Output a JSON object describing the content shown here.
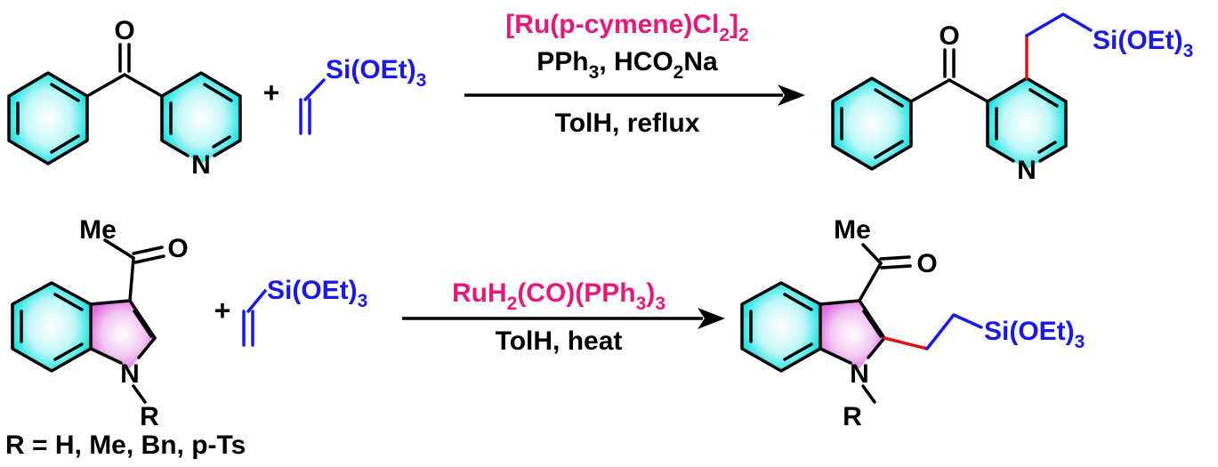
{
  "reaction1": {
    "plus": "+",
    "ketone_o": "O",
    "pyridine_n": "N",
    "vinyl_si": "Si(OEt)",
    "vinyl_si_sub": "3",
    "catalyst": {
      "main": "[Ru(p-cymene)Cl",
      "sub1": "2",
      "close": "]",
      "sub2": "2"
    },
    "reagents": {
      "p1": "PPh",
      "s1": "3",
      "p2": ", HCO",
      "s2": "2",
      "p3": "Na"
    },
    "solvent": "TolH, reflux",
    "product_o": "O",
    "product_n": "N",
    "product_si": "Si(OEt)",
    "product_si_sub": "3"
  },
  "reaction2": {
    "plus": "+",
    "me": "Me",
    "ketone_o": "O",
    "indole_n": "N",
    "r_group": "R",
    "vinyl_si": "Si(OEt)",
    "vinyl_si_sub": "3",
    "catalyst": {
      "p1": "RuH",
      "s1": "2",
      "p2": "(CO)(PPh",
      "s2": "3",
      "p3": ")",
      "s3": "3"
    },
    "solvent": "TolH, heat",
    "product_me": "Me",
    "product_o": "O",
    "product_n": "N",
    "product_r": "R",
    "product_si": "Si(OEt)",
    "product_si_sub": "3",
    "r_definition": "R = H, Me, Bn, p-Ts"
  },
  "colors": {
    "aromatic_fill": "#00e5e5",
    "pyrrole_fill": "#e67ae6",
    "reagent_blue": "#1a1ae6",
    "catalyst_pink": "#e6197a",
    "new_bond_red": "#e01010"
  }
}
